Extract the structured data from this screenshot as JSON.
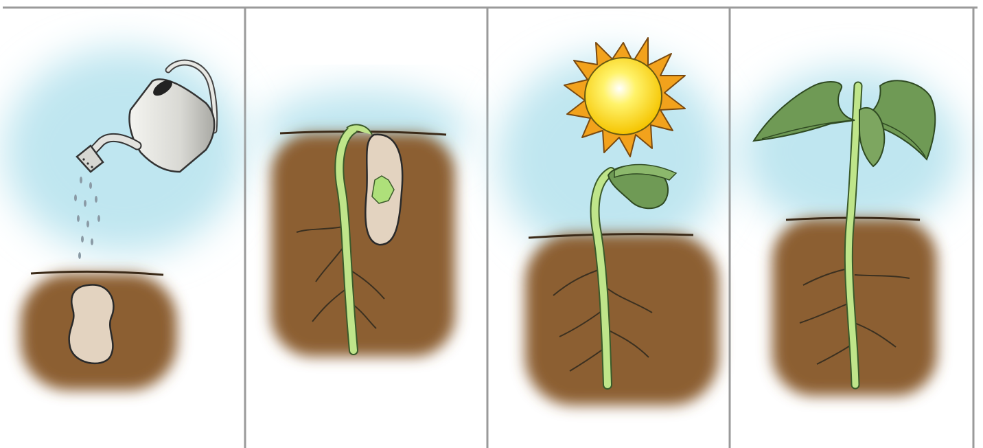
{
  "panels": [
    {
      "stage": "seed-watered",
      "icon": "watering-can-icon"
    },
    {
      "stage": "germination",
      "icon": "sprouting-seed-icon"
    },
    {
      "stage": "seedling-emerges",
      "icon": "sun-icon"
    },
    {
      "stage": "young-plant",
      "icon": "leaves-icon"
    }
  ],
  "colors": {
    "sky": "#bfe6f0",
    "soil": "#8c5e32",
    "soil_dark": "#7a4e27",
    "stem": "#bfe58a",
    "leaf": "#6f9a55",
    "seed": "#e3d3c0",
    "sun": "#ffe94a",
    "sun_ray": "#f2a21c",
    "panel_border": "#9a9a9a"
  }
}
